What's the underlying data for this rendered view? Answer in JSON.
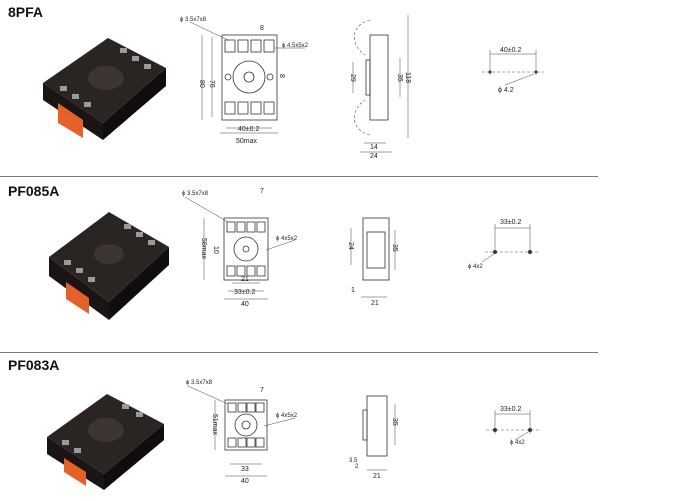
{
  "sections": [
    {
      "title": "8PFA",
      "front": {
        "hole_a": "ϕ 3.5x7x8",
        "hole_b": "ϕ 4.5x5x2",
        "pitch": "8",
        "h_outer": "80",
        "h_inner": "76",
        "center": "8",
        "w_inner": "40±0.2",
        "w_outer": "50max"
      },
      "side": {
        "h_a": "29",
        "h_b": "35",
        "h_total": "118",
        "w_a": "14",
        "w_b": "24"
      },
      "mount": {
        "spacing": "40±0.2",
        "hole": "ϕ 4.2"
      }
    },
    {
      "title": "PF085A",
      "front": {
        "hole_a": "ϕ 3.5x7x8",
        "hole_b": "ϕ 4x5x2",
        "pitch": "7",
        "h_outer": "58max",
        "center": "10",
        "w_a": "21",
        "w_inner": "33±0.2",
        "w_outer": "40"
      },
      "side": {
        "h_a": "24",
        "h_b": "35",
        "t": "1",
        "w_a": "21"
      },
      "mount": {
        "spacing": "33±0.2",
        "hole": "ϕ 4x2"
      }
    },
    {
      "title": "PF083A",
      "front": {
        "hole_a": "ϕ 3.5x7x8",
        "hole_b": "ϕ 4x5x2",
        "pitch": "7",
        "h_outer": "51max",
        "w_inner": "33",
        "w_outer": "40"
      },
      "side": {
        "h_b": "35",
        "t_a": "3.5",
        "t_b": "2",
        "w_a": "21"
      },
      "mount": {
        "spacing": "33±0.2",
        "hole": "ϕ 4x2"
      }
    }
  ],
  "colors": {
    "socket_body": "#2a2422",
    "terminal": "#9a9a9a",
    "clip": "#e2622a"
  }
}
